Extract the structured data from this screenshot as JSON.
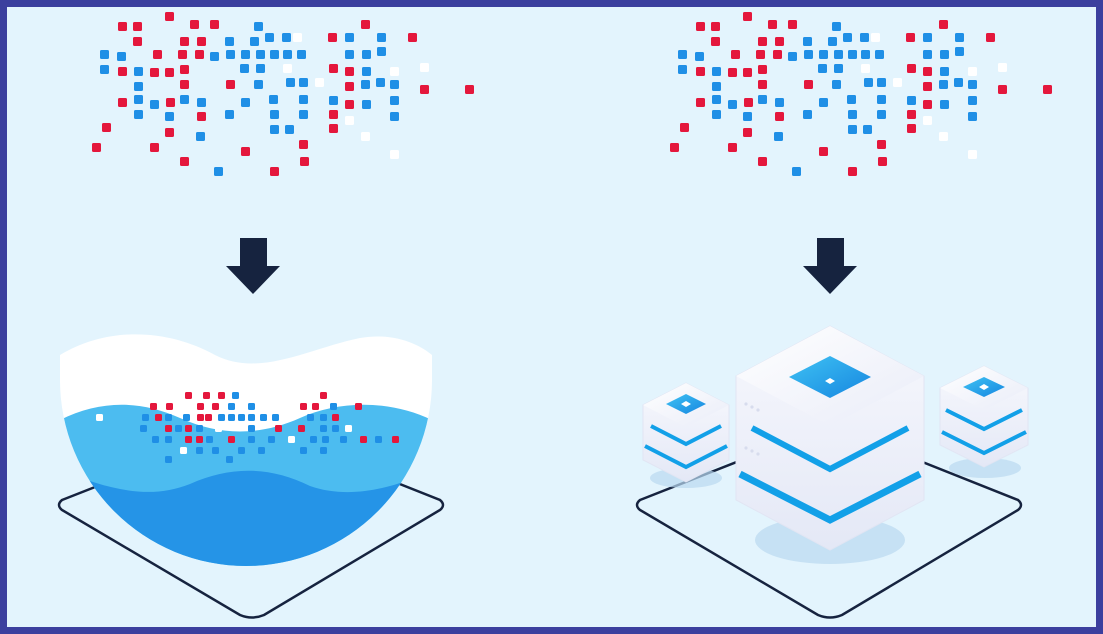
{
  "colors": {
    "background": "#e3f4fd",
    "frame": "#3b3f9e",
    "red": "#e4173c",
    "blue": "#1f8fe6",
    "white": "#ffffff",
    "arrow": "#16233f",
    "water_light": "#4cbcf0",
    "water_dark": "#2594e7",
    "platform_stroke": "#16233f",
    "server_body": "#f0f2fb",
    "server_accent": "#12a0e8"
  },
  "panels": [
    {
      "id": "left",
      "depicts": "data-lake"
    },
    {
      "id": "right",
      "depicts": "server-stack"
    }
  ]
}
